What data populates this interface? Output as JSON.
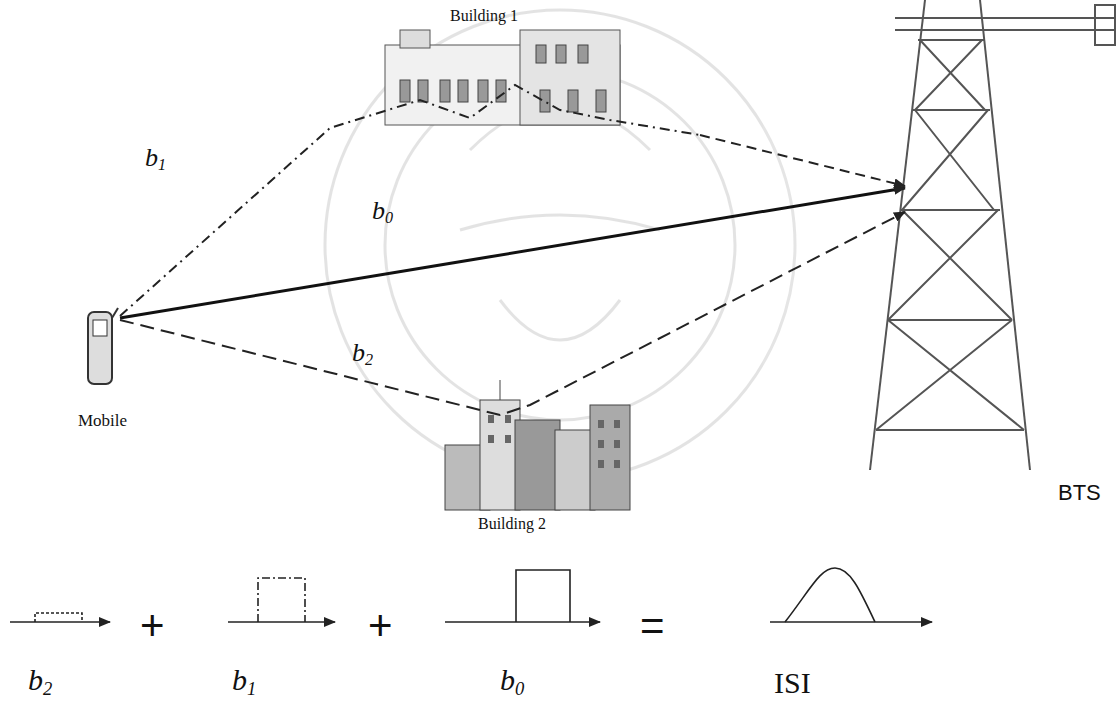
{
  "diagram": {
    "labels": [
      "Building 1",
      "b1",
      "b0",
      "Mobile",
      "b2",
      "Building 2",
      "BTS",
      "b2",
      "+",
      "b1",
      "+",
      "b0",
      "=",
      "ISI"
    ]
  }
}
